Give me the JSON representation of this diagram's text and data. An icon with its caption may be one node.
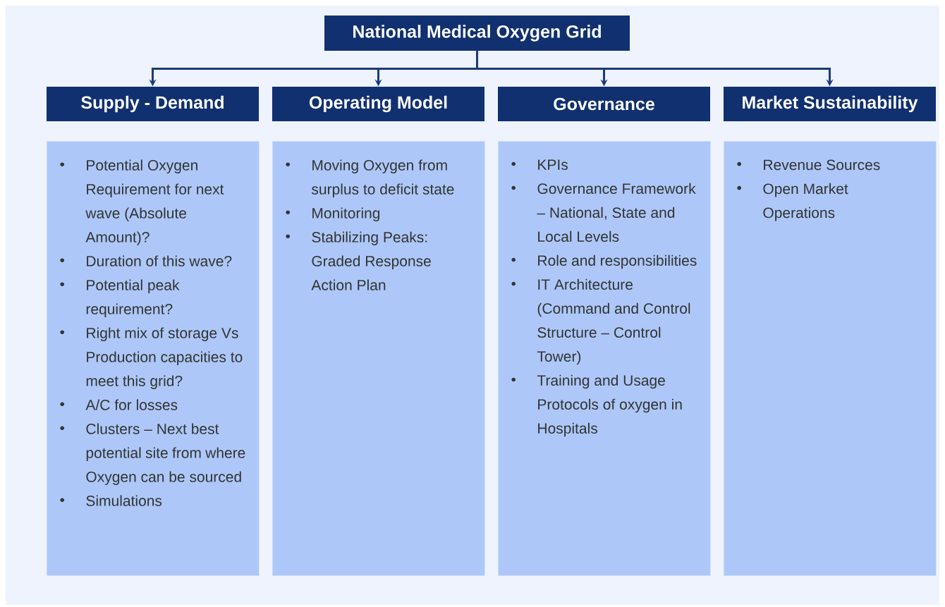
{
  "diagram": {
    "nodes": [
      {
        "text": [
          "National Medical Oxygen Grid"
        ]
      },
      {
        "text": [
          "Supply - Demand"
        ]
      },
      {
        "text": [
          "Operating Model"
        ]
      },
      {
        "text": [
          "Governance"
        ]
      },
      {
        "text": [
          "Market Sustainability"
        ]
      },
      {
        "text": [
          "Potential Oxygen Requirement for next wave (Absolute Amount)?",
          "Duration of this wave?",
          "Potential peak requirement?",
          "Right mix of storage Vs Production capacities to meet this grid?",
          "A/C for losses",
          "Clusters – Next best potential site from where Oxygen can be sourced",
          "Simulations"
        ]
      },
      {
        "text": [
          "Moving Oxygen from surplus to deficit state",
          "Monitoring",
          "Stabilizing Peaks: Graded Response Action Plan"
        ]
      },
      {
        "text": [
          "KPIs",
          "Governance Framework – National, State and Local Levels",
          "Role and responsibilities",
          "IT Architecture (Command and Control Structure – Control Tower)",
          "Training and Usage Protocols of oxygen in Hospitals"
        ]
      },
      {
        "text": [
          "Revenue Sources",
          "Open Market Operations"
        ]
      }
    ],
    "edges": [
      {
        "from": 0,
        "to": 1,
        "arrow": "to"
      },
      {
        "from": 0,
        "to": 2,
        "arrow": "to"
      },
      {
        "from": 0,
        "to": 3,
        "arrow": "to"
      },
      {
        "from": 0,
        "to": 4,
        "arrow": "to"
      }
    ]
  }
}
